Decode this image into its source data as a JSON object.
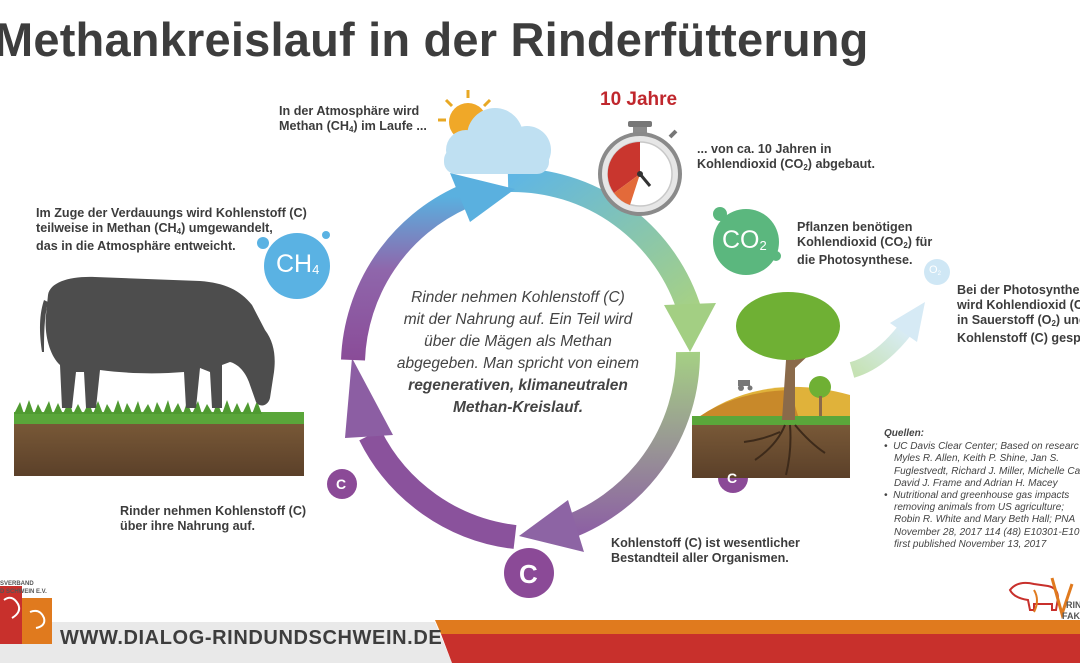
{
  "title": "Methankreislauf in der Rinderfütterung",
  "atmosphere_text": {
    "line1": "In der Atmosphäre wird",
    "line2_pre": "Methan (CH",
    "line2_sub": "4",
    "line2_post": ") im Laufe ..."
  },
  "years_label": "10 Jahre",
  "decay_text": {
    "line1": "... von ca. 10 Jahren in",
    "line2_pre": "Kohlendioxid (CO",
    "line2_sub": "2",
    "line2_post": ") abgebaut."
  },
  "digestion_text": {
    "line1": "Im Zuge der Verdauungs wird Kohlenstoff (C)",
    "line2_pre": "teilweise in Methan (CH",
    "line2_sub": "4",
    "line2_post": ") umgewandelt,",
    "line3": "das in die Atmosphäre entweicht."
  },
  "ch4_bubble": {
    "main": "CH",
    "sub": "4"
  },
  "co2_bubble": {
    "main": "CO",
    "sub": "2"
  },
  "o2_bubble": {
    "main": "O",
    "sub": "2"
  },
  "plants_text": {
    "line1": "Pflanzen benötigen",
    "line2_pre": "Kohlendioxid (CO",
    "line2_sub": "2",
    "line2_post": ") für",
    "line3": "die Photosynthese."
  },
  "photosynthesis_text": {
    "line1": "Bei der Photosynthes",
    "line2": "wird Kohlendioxid (CO",
    "line3_pre": "in Sauerstoff (O",
    "line3_sub": "2",
    "line3_post": ") und",
    "line4": "Kohlenstoff (C) gespa"
  },
  "center_text": {
    "line1": "Rinder nehmen Kohlenstoff (C)",
    "line2": "mit der Nahrung auf. Ein Teil wird",
    "line3": "über die Mägen als Methan",
    "line4": "abgegeben. Man spricht von einem",
    "line5": "regenerativen, klimaneutralen",
    "line6": "Methan-Kreislauf."
  },
  "cattle_text": {
    "line1": "Rinder nehmen Kohlenstoff (C)",
    "line2": "über ihre Nahrung auf."
  },
  "carbon_text": {
    "line1": "Kohlenstoff (C) ist wesentlicher",
    "line2": "Bestandteil aller Organismen."
  },
  "c_symbol": "C",
  "sources": {
    "heading": "Quellen:",
    "s1_l1": "UC Davis Clear Center; Based on researc",
    "s1_l2": "Myles R. Allen, Keith P. Shine, Jan S.",
    "s1_l3": "Fuglestvedt, Richard J. Miller, Michelle Ca",
    "s1_l4": "David J. Frame and Adrian H. Macey",
    "s2_l1": "Nutritional and greenhouse gas impacts",
    "s2_l2": "removing animals from US agriculture;",
    "s2_l3": "Robin R. White and Mary Beth Hall; PNA",
    "s2_l4": "November 28, 2017 114 (48) E10301-E10",
    "s2_l5": "first published November 13, 2017",
    "bullet": "•"
  },
  "footer_url": "WWW.DIALOG-RINDUNDSCHWEIN.DE",
  "logo_left": {
    "line1": "SVERBAND",
    "line2": "D SCHWEIN E.V."
  },
  "logo_right": {
    "line1": "RIN",
    "line2": "FAKT"
  },
  "colors": {
    "arrow_blue": "#5aaedc",
    "arrow_green": "#9ccd7a",
    "arrow_purple": "#8c5a9e",
    "bubble_blue": "#5ab2e3",
    "bubble_green": "#5bb77e",
    "bubble_purple": "#8b4a97",
    "accent_red": "#c0272d",
    "footer_red": "#c8302c",
    "footer_orange": "#e07a1e",
    "soil": "#6b4e30",
    "grass": "#5aa63a"
  }
}
